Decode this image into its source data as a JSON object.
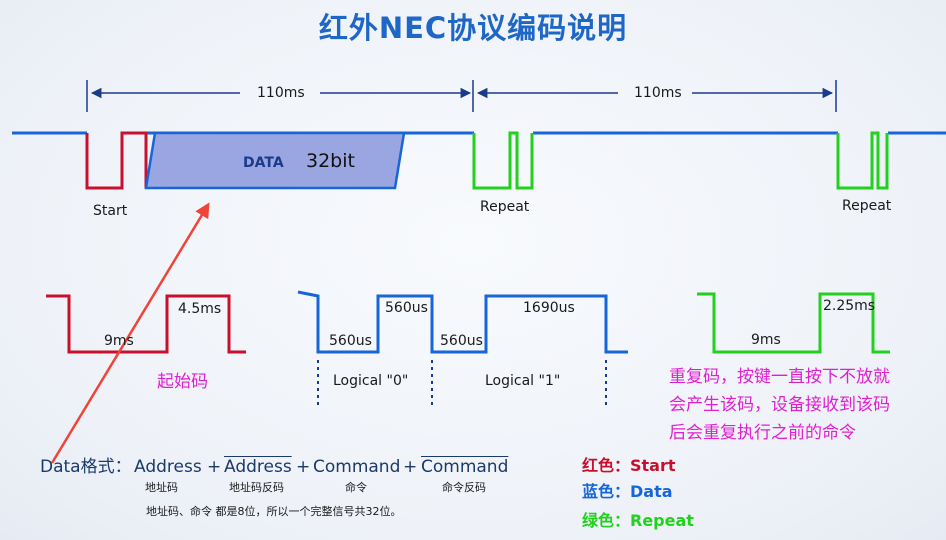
{
  "title": "红外NEC协议编码说明",
  "top": {
    "span1": "110ms",
    "span2": "110ms",
    "data_label": "DATA",
    "data_bits": "32bit",
    "start": "Start",
    "repeat1": "Repeat",
    "repeat2": "Repeat"
  },
  "start_detail": {
    "low": "9ms",
    "high": "4.5ms",
    "caption": "起始码"
  },
  "logic_detail": {
    "zero_low": "560us",
    "zero_high": "560us",
    "one_low": "560us",
    "one_high": "1690us",
    "zero_label": "Logical  \"0\"",
    "one_label": "Logical  \"1\""
  },
  "repeat_detail": {
    "low": "9ms",
    "high": "2.25ms",
    "note": [
      "重复码，按键一直按下不放就",
      "会产生该码，设备接收到该码",
      "后会重复执行之前的命令"
    ]
  },
  "format": {
    "prefix": "Data格式：",
    "address": "Address",
    "plus1": "+",
    "address_inv": "Address",
    "plus2": "+",
    "command": "Command",
    "plus3": "+",
    "command_inv": "Command",
    "address_sub": "地址码",
    "address_inv_sub": "地址码反码",
    "command_sub": "命令",
    "command_inv_sub": "命令反码",
    "note": "地址码、命令 都是8位，所以一个完整信号共32位。"
  },
  "legend": {
    "red": "红色：Start",
    "blue": "蓝色：Data",
    "green": "绿色：Repeat"
  },
  "colors": {
    "red": "#c8102e",
    "blue": "#1766d8",
    "green": "#22d01e",
    "magenta": "#e01fd1",
    "data_fill": "#9aa6e2",
    "arrow": "#f0443a"
  }
}
